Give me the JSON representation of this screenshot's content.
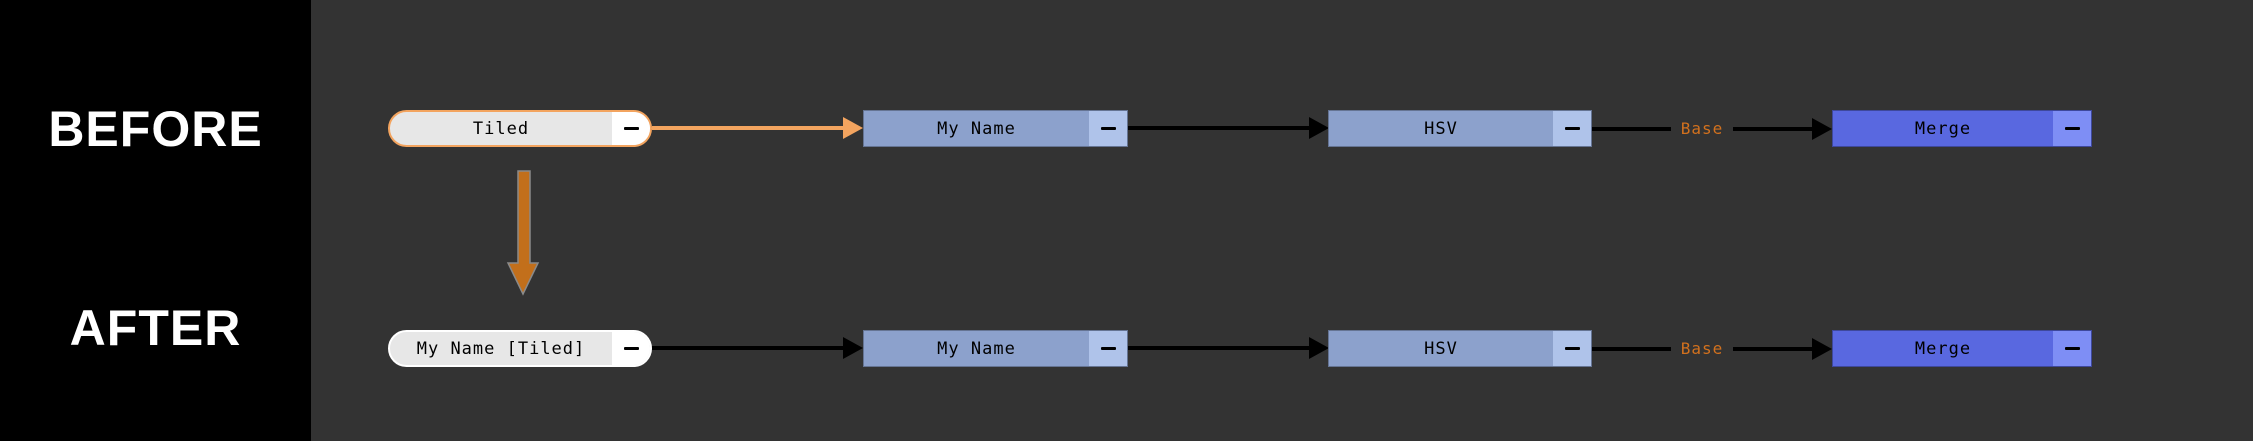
{
  "sidebar": {
    "before_label": "BEFORE",
    "after_label": "AFTER"
  },
  "rows": {
    "before": {
      "renamer": {
        "label": "Tiled"
      },
      "my_name": {
        "label": "My Name"
      },
      "hsv": {
        "label": "HSV"
      },
      "merge": {
        "label": "Merge"
      },
      "edge_label": "Base"
    },
    "after": {
      "renamer": {
        "label": "My Name [Tiled]"
      },
      "my_name": {
        "label": "My Name"
      },
      "hsv": {
        "label": "HSV"
      },
      "merge": {
        "label": "Merge"
      },
      "edge_label": "Base"
    }
  },
  "icons": {
    "collapse": "minus-icon",
    "flow": "arrow-right-icon",
    "transform": "arrow-down-icon"
  },
  "colors": {
    "background": "#333333",
    "sidebar": "#000000",
    "highlight_orange": "#f3a45f",
    "transform_arrow_orange": "#c26f1b",
    "edge_label_orange": "#d2711e",
    "node_blue": "#8ca1cc",
    "node_blue_light": "#afc3ea",
    "merge_blue": "#5968e0",
    "merge_blue_light": "#7e8ef5",
    "pill_fill": "#e7e7e7",
    "pill_button": "#ffffff",
    "edge_black": "#000000"
  }
}
